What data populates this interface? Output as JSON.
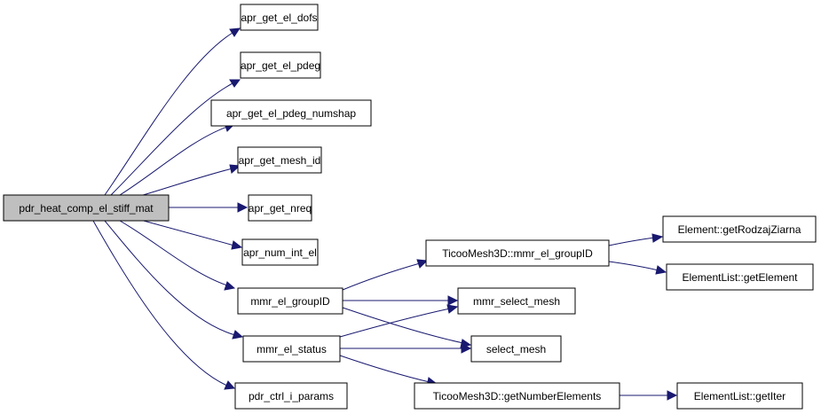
{
  "diagram": {
    "colors": {
      "edge": "#191970",
      "root_fill": "#bfbfbf",
      "node_fill": "#ffffff",
      "border": "#000000"
    },
    "nodes": {
      "pdr_heat_comp_el_stiff_mat": "pdr_heat_comp_el_stiff_mat",
      "apr_get_el_dofs": "apr_get_el_dofs",
      "apr_get_el_pdeg": "apr_get_el_pdeg",
      "apr_get_el_pdeg_numshap": "apr_get_el_pdeg_numshap",
      "apr_get_mesh_id": "apr_get_mesh_id",
      "apr_get_nreq": "apr_get_nreq",
      "apr_num_int_el": "apr_num_int_el",
      "mmr_el_groupID": "mmr_el_groupID",
      "mmr_el_status": "mmr_el_status",
      "pdr_ctrl_i_params": "pdr_ctrl_i_params",
      "TicooMesh3D_mmr_el_groupID": "TicooMesh3D::mmr_el_groupID",
      "mmr_select_mesh": "mmr_select_mesh",
      "select_mesh": "select_mesh",
      "TicooMesh3D_getNumberElements": "TicooMesh3D::getNumberElements",
      "Element_getRodzajZiarna": "Element::getRodzajZiarna",
      "ElementList_getElement": "ElementList::getElement",
      "ElementList_getIter": "ElementList::getIter"
    },
    "edges": [
      [
        "pdr_heat_comp_el_stiff_mat",
        "apr_get_el_dofs"
      ],
      [
        "pdr_heat_comp_el_stiff_mat",
        "apr_get_el_pdeg"
      ],
      [
        "pdr_heat_comp_el_stiff_mat",
        "apr_get_el_pdeg_numshap"
      ],
      [
        "pdr_heat_comp_el_stiff_mat",
        "apr_get_mesh_id"
      ],
      [
        "pdr_heat_comp_el_stiff_mat",
        "apr_get_nreq"
      ],
      [
        "pdr_heat_comp_el_stiff_mat",
        "apr_num_int_el"
      ],
      [
        "pdr_heat_comp_el_stiff_mat",
        "mmr_el_groupID"
      ],
      [
        "pdr_heat_comp_el_stiff_mat",
        "mmr_el_status"
      ],
      [
        "pdr_heat_comp_el_stiff_mat",
        "pdr_ctrl_i_params"
      ],
      [
        "mmr_el_groupID",
        "TicooMesh3D_mmr_el_groupID"
      ],
      [
        "mmr_el_groupID",
        "mmr_select_mesh"
      ],
      [
        "mmr_el_groupID",
        "select_mesh"
      ],
      [
        "mmr_el_status",
        "mmr_select_mesh"
      ],
      [
        "mmr_el_status",
        "select_mesh"
      ],
      [
        "mmr_el_status",
        "TicooMesh3D_getNumberElements"
      ],
      [
        "TicooMesh3D_mmr_el_groupID",
        "Element_getRodzajZiarna"
      ],
      [
        "TicooMesh3D_mmr_el_groupID",
        "ElementList_getElement"
      ],
      [
        "TicooMesh3D_getNumberElements",
        "ElementList_getIter"
      ]
    ]
  }
}
